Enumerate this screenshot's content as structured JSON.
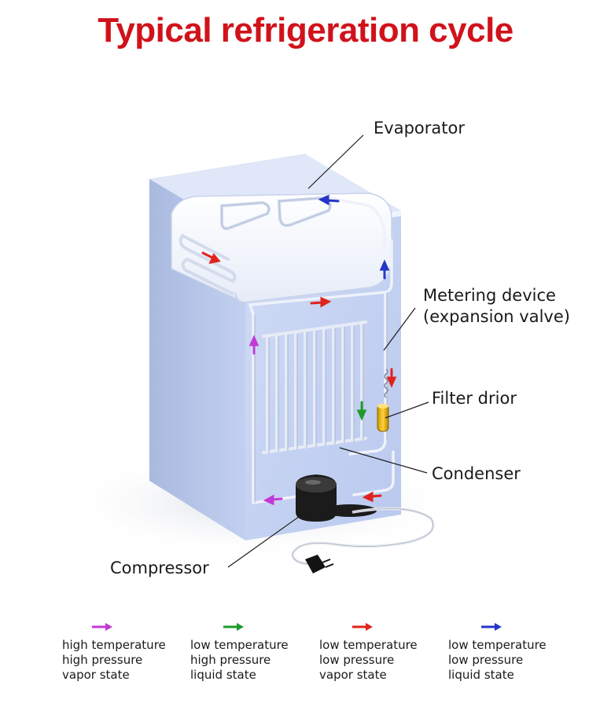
{
  "title": "Typical refrigeration cycle",
  "labels": {
    "evaporator": "Evaporator",
    "metering_line1": "Metering device",
    "metering_line2": "(expansion valve)",
    "filter": "Filter drior",
    "condenser": "Condenser",
    "compressor": "Compressor"
  },
  "legend": [
    {
      "color": "#c23ad6",
      "lines": [
        "high temperature",
        "high pressure",
        "vapor state"
      ]
    },
    {
      "color": "#1f9a2c",
      "lines": [
        "low temperature",
        "high pressure",
        "liquid state"
      ]
    },
    {
      "color": "#e0231c",
      "lines": [
        "low temperature",
        "low pressure",
        "vapor state"
      ]
    },
    {
      "color": "#2436c8",
      "lines": [
        "low temperature",
        "low pressure",
        "liquid state"
      ]
    }
  ],
  "colors": {
    "title": "#d0121b",
    "fridge_side": "#b7c6ea",
    "fridge_front": "#c7d4f3",
    "tubing": "#e9eef8"
  }
}
